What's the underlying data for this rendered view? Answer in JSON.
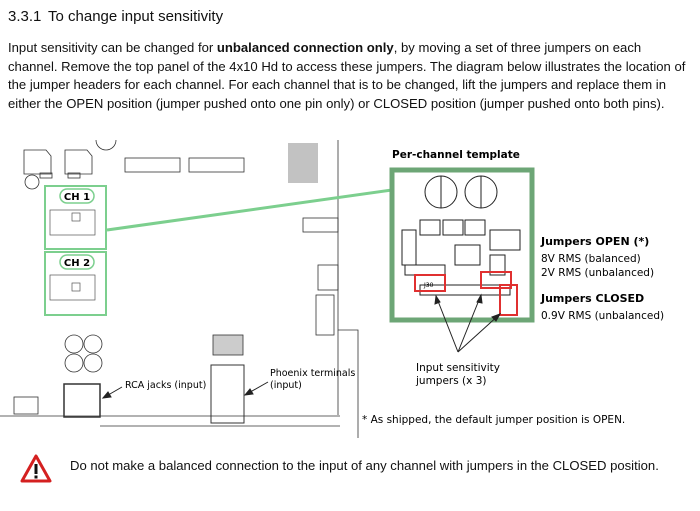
{
  "section": {
    "number": "3.3.1",
    "title": "To change input sensitivity"
  },
  "paragraph": {
    "part1": "Input sensitivity can be changed for ",
    "bold": "unbalanced connection only",
    "part2": ", by moving a set of three jumpers on each channel. Remove the top panel of the 4x10 Hd to access these jumpers. The diagram below illustrates the location of the jumper headers for each channel. For each channel that is to be changed, lift the jumpers and replace them in either the OPEN position (jumper pushed onto one pin only) or CLOSED position (jumper pushed onto both pins)."
  },
  "diagram": {
    "ch1_label": "CH 1",
    "ch2_label": "CH 2",
    "template_title": "Per-channel template",
    "rca_label": "RCA jacks (input)",
    "phoenix_label_1": "Phoenix terminals",
    "phoenix_label_2": "(input)",
    "open_title": "Jumpers OPEN (*)",
    "open_line1": "8V RMS (balanced)",
    "open_line2": "2V RMS (unbalanced)",
    "closed_title": "Jumpers CLOSED",
    "closed_line1": "0.9V RMS (unbalanced)",
    "jumpers_label_1": "Input sensitivity",
    "jumpers_label_2": "jumpers (x 3)",
    "j30_label": "J30",
    "footnote": "* As shipped, the default jumper position is OPEN.",
    "colors": {
      "highlight_green": "#7ccf8e",
      "template_green": "#6da676",
      "jumper_red": "#e03030"
    }
  },
  "warning": {
    "icon": "warning-triangle-icon",
    "text": "Do not make a balanced connection to the input of any channel with jumpers in the CLOSED position."
  }
}
